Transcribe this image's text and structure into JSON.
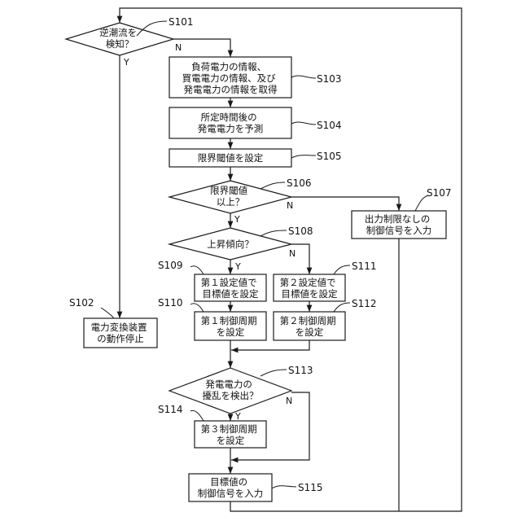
{
  "steps": {
    "s101": {
      "label": "S101",
      "lines": [
        "逆潮流を",
        "検知？"
      ]
    },
    "s102": {
      "label": "S102",
      "lines": [
        "電力変換装置",
        "の動作停止"
      ]
    },
    "s103": {
      "label": "S103",
      "lines": [
        "負荷電力の情報、",
        "買電電力の情報、及び",
        "発電電力の情報を取得"
      ]
    },
    "s104": {
      "label": "S104",
      "lines": [
        "所定時間後の",
        "発電電力を予測"
      ]
    },
    "s105": {
      "label": "S105",
      "lines": [
        "限界閾値を設定"
      ]
    },
    "s106": {
      "label": "S106",
      "lines": [
        "限界閾値",
        "以上？"
      ]
    },
    "s107": {
      "label": "S107",
      "lines": [
        "出力制限なしの",
        "制御信号を入力"
      ]
    },
    "s108": {
      "label": "S108",
      "lines": [
        "上昇傾向？"
      ]
    },
    "s109": {
      "label": "S109",
      "lines": [
        "第１設定値で",
        "目標値を設定"
      ]
    },
    "s110": {
      "label": "S110",
      "lines": [
        "第１制御周期",
        "を設定"
      ]
    },
    "s111": {
      "label": "S111",
      "lines": [
        "第２設定値で",
        "目標値を設定"
      ]
    },
    "s112": {
      "label": "S112",
      "lines": [
        "第２制御周期",
        "を設定"
      ]
    },
    "s113": {
      "label": "S113",
      "lines": [
        "発電電力の",
        "擾乱を検出？"
      ]
    },
    "s114": {
      "label": "S114",
      "lines": [
        "第３制御周期",
        "を設定"
      ]
    },
    "s115": {
      "label": "S115",
      "lines": [
        "目標値の",
        "制御信号を入力"
      ]
    }
  },
  "branches": {
    "yes": "Y",
    "no": "N"
  }
}
